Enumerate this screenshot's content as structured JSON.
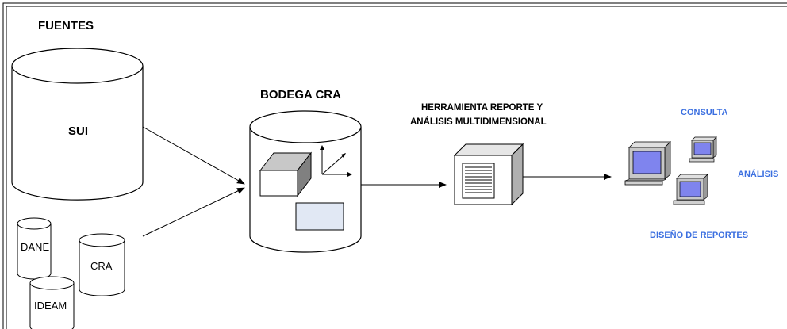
{
  "sources": {
    "title": "FUENTES",
    "main": "SUI",
    "small": [
      "DANE",
      "CRA",
      "IDEAM"
    ]
  },
  "warehouse": {
    "title": "BODEGA CRA"
  },
  "tool": {
    "title_line1": "HERRAMIENTA REPORTE Y",
    "title_line2": "ANÁLISIS MULTIDIMENSIONAL"
  },
  "outputs": {
    "consulta": "CONSULTA",
    "analisis": "ANÁLISIS",
    "diseno": "DISEÑO DE REPORTES"
  },
  "colors": {
    "label_blue": "#3b6fe0",
    "monitor_screen": "#7f84ee",
    "monitor_body": "#c8c8c8"
  },
  "icons": [
    "database-icon",
    "cube-icon",
    "axes-icon",
    "report-tool-icon",
    "workstation-icon"
  ]
}
